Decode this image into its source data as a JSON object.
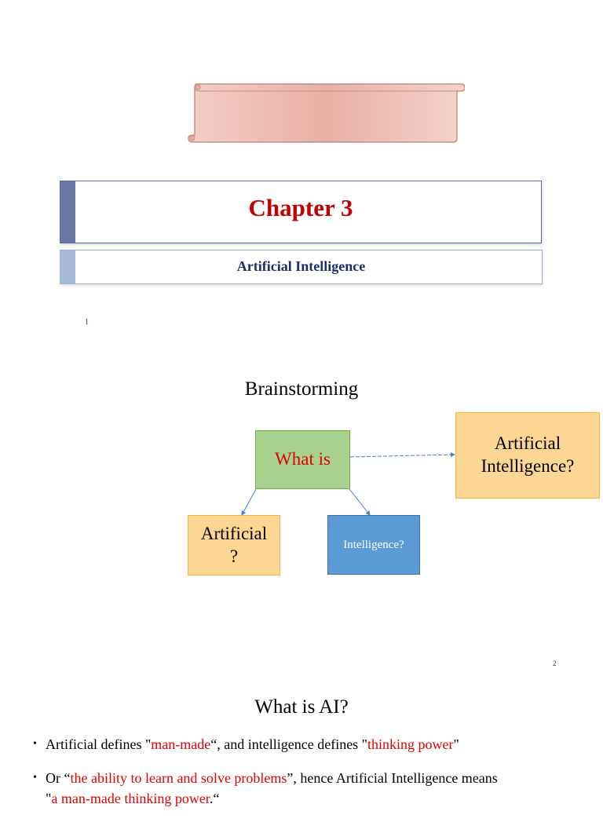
{
  "slide1": {
    "title": "Chapter 3",
    "subtitle": "Artificial Intelligence",
    "page_number": "1",
    "colors": {
      "title": "#c00000",
      "subtitle": "#1f2f66",
      "scroll": "#e8b0a6"
    }
  },
  "slide2": {
    "heading": "Brainstorming",
    "center_box": "What is",
    "right_box_line1": "Artificial",
    "right_box_line2": "Intelligence?",
    "left_box_line1": "Artificial",
    "left_box_line2": "?",
    "bottom_box": "Intelligence?",
    "page_number": "2"
  },
  "slide3": {
    "heading": "What is AI?",
    "bullet1": {
      "a": "Artificial defines \"",
      "b": "man-made",
      "c": "“, and intelligence defines \"",
      "d": "thinking power",
      "e": "\""
    },
    "bullet2": {
      "a": "Or “",
      "b": "the ability to learn and solve problems",
      "c": "”, hence Artificial Intelligence means",
      "d": "\"",
      "e": "a man-made thinking power",
      "f": ".“"
    }
  }
}
